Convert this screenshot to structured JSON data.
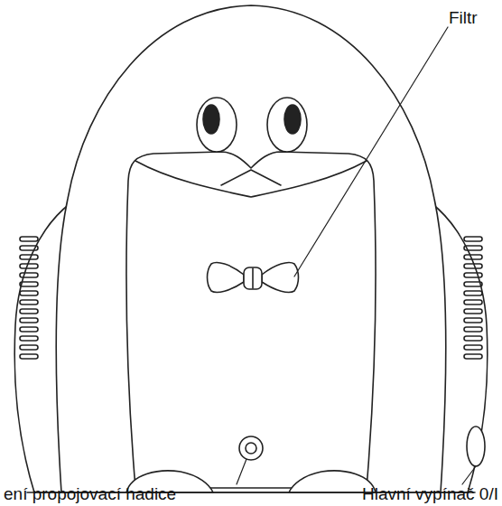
{
  "diagram": {
    "labels": [
      "Filtr",
      "ení propojovací hadice",
      "Hlavní vypínač 0/I"
    ]
  }
}
